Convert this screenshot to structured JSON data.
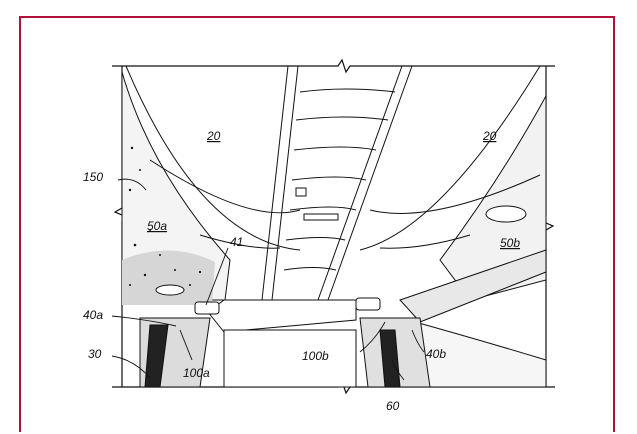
{
  "figure": {
    "labels": {
      "l20a": "20",
      "l20b": "20",
      "l150": "150",
      "l50a": "50a",
      "l50b": "50b",
      "l41": "41",
      "l40a": "40a",
      "l100a": "100a",
      "l30": "30",
      "l100b": "100b",
      "l40b": "40b",
      "l60": "60"
    },
    "colors": {
      "frame": "#b0123a",
      "ink": "#111111"
    }
  }
}
